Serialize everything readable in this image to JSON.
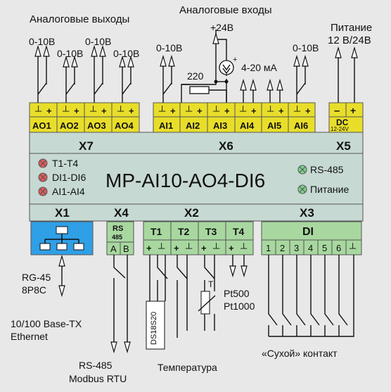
{
  "colors": {
    "background": "#e8e8e8",
    "body": "#c6d9d2",
    "connector_yellow": "#e8de2a",
    "connector_green": "#a8d8a0",
    "ethernet_blue": "#2f9fe6",
    "led_red": "#e05a5a",
    "led_green": "#7bd08a"
  },
  "labels": {
    "analog_outputs": "Аналоговые выходы",
    "analog_inputs": "Аналоговые входы",
    "power": "Питание",
    "power_voltage": "12 В/24В",
    "plus24": "+24В",
    "current_loop": "4-20 мА",
    "resistor": "220",
    "v010": "0-10В",
    "device_model": "MP-AI10-AO4-DI6",
    "ethernet_port_1": "RG-45",
    "ethernet_port_2": "8P8C",
    "ethernet_1": "10/100 Base-TX",
    "ethernet_2": "Ethernet",
    "rs485_1": "RS-485",
    "rs485_2": "Modbus RTU",
    "temperature": "Температура",
    "ds": "DS18S20",
    "thermo_t": "T",
    "pt500": "Pt500",
    "pt1000": "Pt1000",
    "dry_contact": "«Сухой» контакт"
  },
  "connectors": {
    "x7": "X7",
    "x6": "X6",
    "x5": "X5",
    "x1": "X1",
    "x4": "X4",
    "x2": "X2",
    "x3": "X3"
  },
  "terminals": {
    "minus": "┴",
    "plus": "+",
    "ao": [
      "AO1",
      "AO2",
      "AO3",
      "AO4"
    ],
    "ai": [
      "AI1",
      "AI2",
      "AI3",
      "AI4",
      "AI5",
      "AI6"
    ],
    "dc_minus": "–",
    "dc_plus": "+",
    "dc": "DC",
    "dc_range": "12-24V",
    "rs485_head_1": "RS",
    "rs485_head_2": "485",
    "rs_a": "A",
    "rs_b": "B",
    "t": [
      "T1",
      "T2",
      "T3",
      "T4"
    ],
    "di": "DI",
    "di_pins": [
      "1",
      "2",
      "3",
      "4",
      "5",
      "6",
      "┴"
    ]
  },
  "indicators": {
    "left": [
      "T1-T4",
      "DI1-DI6",
      "AI1-AI4"
    ],
    "right": [
      "RS-485",
      "Питание"
    ]
  }
}
